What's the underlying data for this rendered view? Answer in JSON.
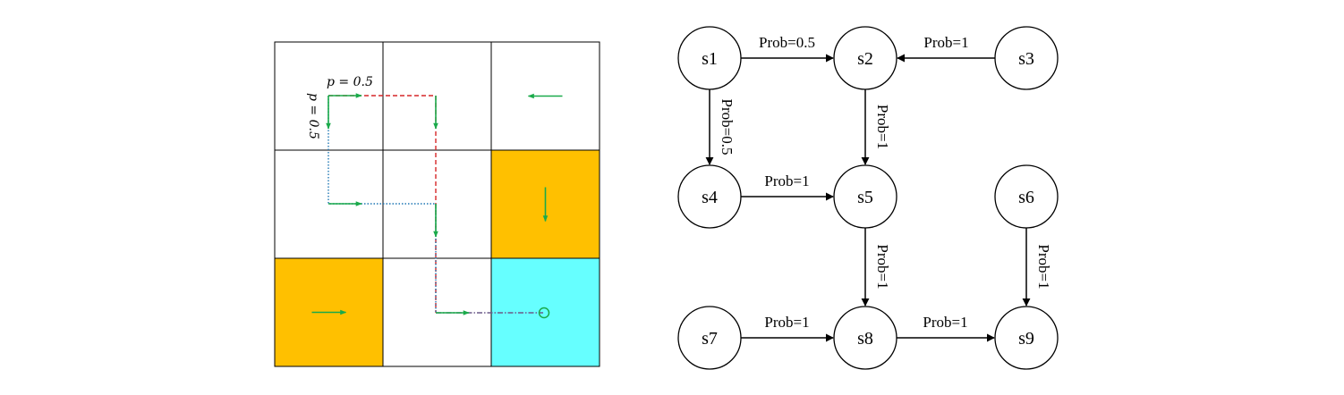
{
  "colors": {
    "obstacle": "#FFC000",
    "goal": "#66FFFF",
    "arrow": "#1AAA4A",
    "path_red": "#D62728",
    "path_blue": "#1F77B4",
    "path_merged": "#6B5A8A",
    "grid_line": "#000000"
  },
  "gridworld": {
    "rows": 3,
    "cols": 3,
    "cells": [
      {
        "row": 0,
        "col": 0,
        "type": "empty"
      },
      {
        "row": 0,
        "col": 1,
        "type": "empty"
      },
      {
        "row": 0,
        "col": 2,
        "type": "empty",
        "arrow": "left"
      },
      {
        "row": 1,
        "col": 0,
        "type": "empty"
      },
      {
        "row": 1,
        "col": 1,
        "type": "empty"
      },
      {
        "row": 1,
        "col": 2,
        "type": "obstacle",
        "arrow": "down"
      },
      {
        "row": 2,
        "col": 0,
        "type": "obstacle",
        "arrow": "right"
      },
      {
        "row": 2,
        "col": 1,
        "type": "empty"
      },
      {
        "row": 2,
        "col": 2,
        "type": "goal",
        "marker": "circle"
      }
    ],
    "prob_label_top": "p = 0.5",
    "prob_label_left": "p = 0.5"
  },
  "graph": {
    "nodes": [
      {
        "id": "s1",
        "label": "s1"
      },
      {
        "id": "s2",
        "label": "s2"
      },
      {
        "id": "s3",
        "label": "s3"
      },
      {
        "id": "s4",
        "label": "s4"
      },
      {
        "id": "s5",
        "label": "s5"
      },
      {
        "id": "s6",
        "label": "s6"
      },
      {
        "id": "s7",
        "label": "s7"
      },
      {
        "id": "s8",
        "label": "s8"
      },
      {
        "id": "s9",
        "label": "s9"
      }
    ],
    "edges": [
      {
        "from": "s1",
        "to": "s2",
        "label": "Prob=0.5"
      },
      {
        "from": "s3",
        "to": "s2",
        "label": "Prob=1"
      },
      {
        "from": "s1",
        "to": "s4",
        "label": "Prob=0.5"
      },
      {
        "from": "s2",
        "to": "s5",
        "label": "Prob=1"
      },
      {
        "from": "s4",
        "to": "s5",
        "label": "Prob=1"
      },
      {
        "from": "s5",
        "to": "s8",
        "label": "Prob=1"
      },
      {
        "from": "s6",
        "to": "s9",
        "label": "Prob=1"
      },
      {
        "from": "s7",
        "to": "s8",
        "label": "Prob=1"
      },
      {
        "from": "s8",
        "to": "s9",
        "label": "Prob=1"
      }
    ]
  }
}
